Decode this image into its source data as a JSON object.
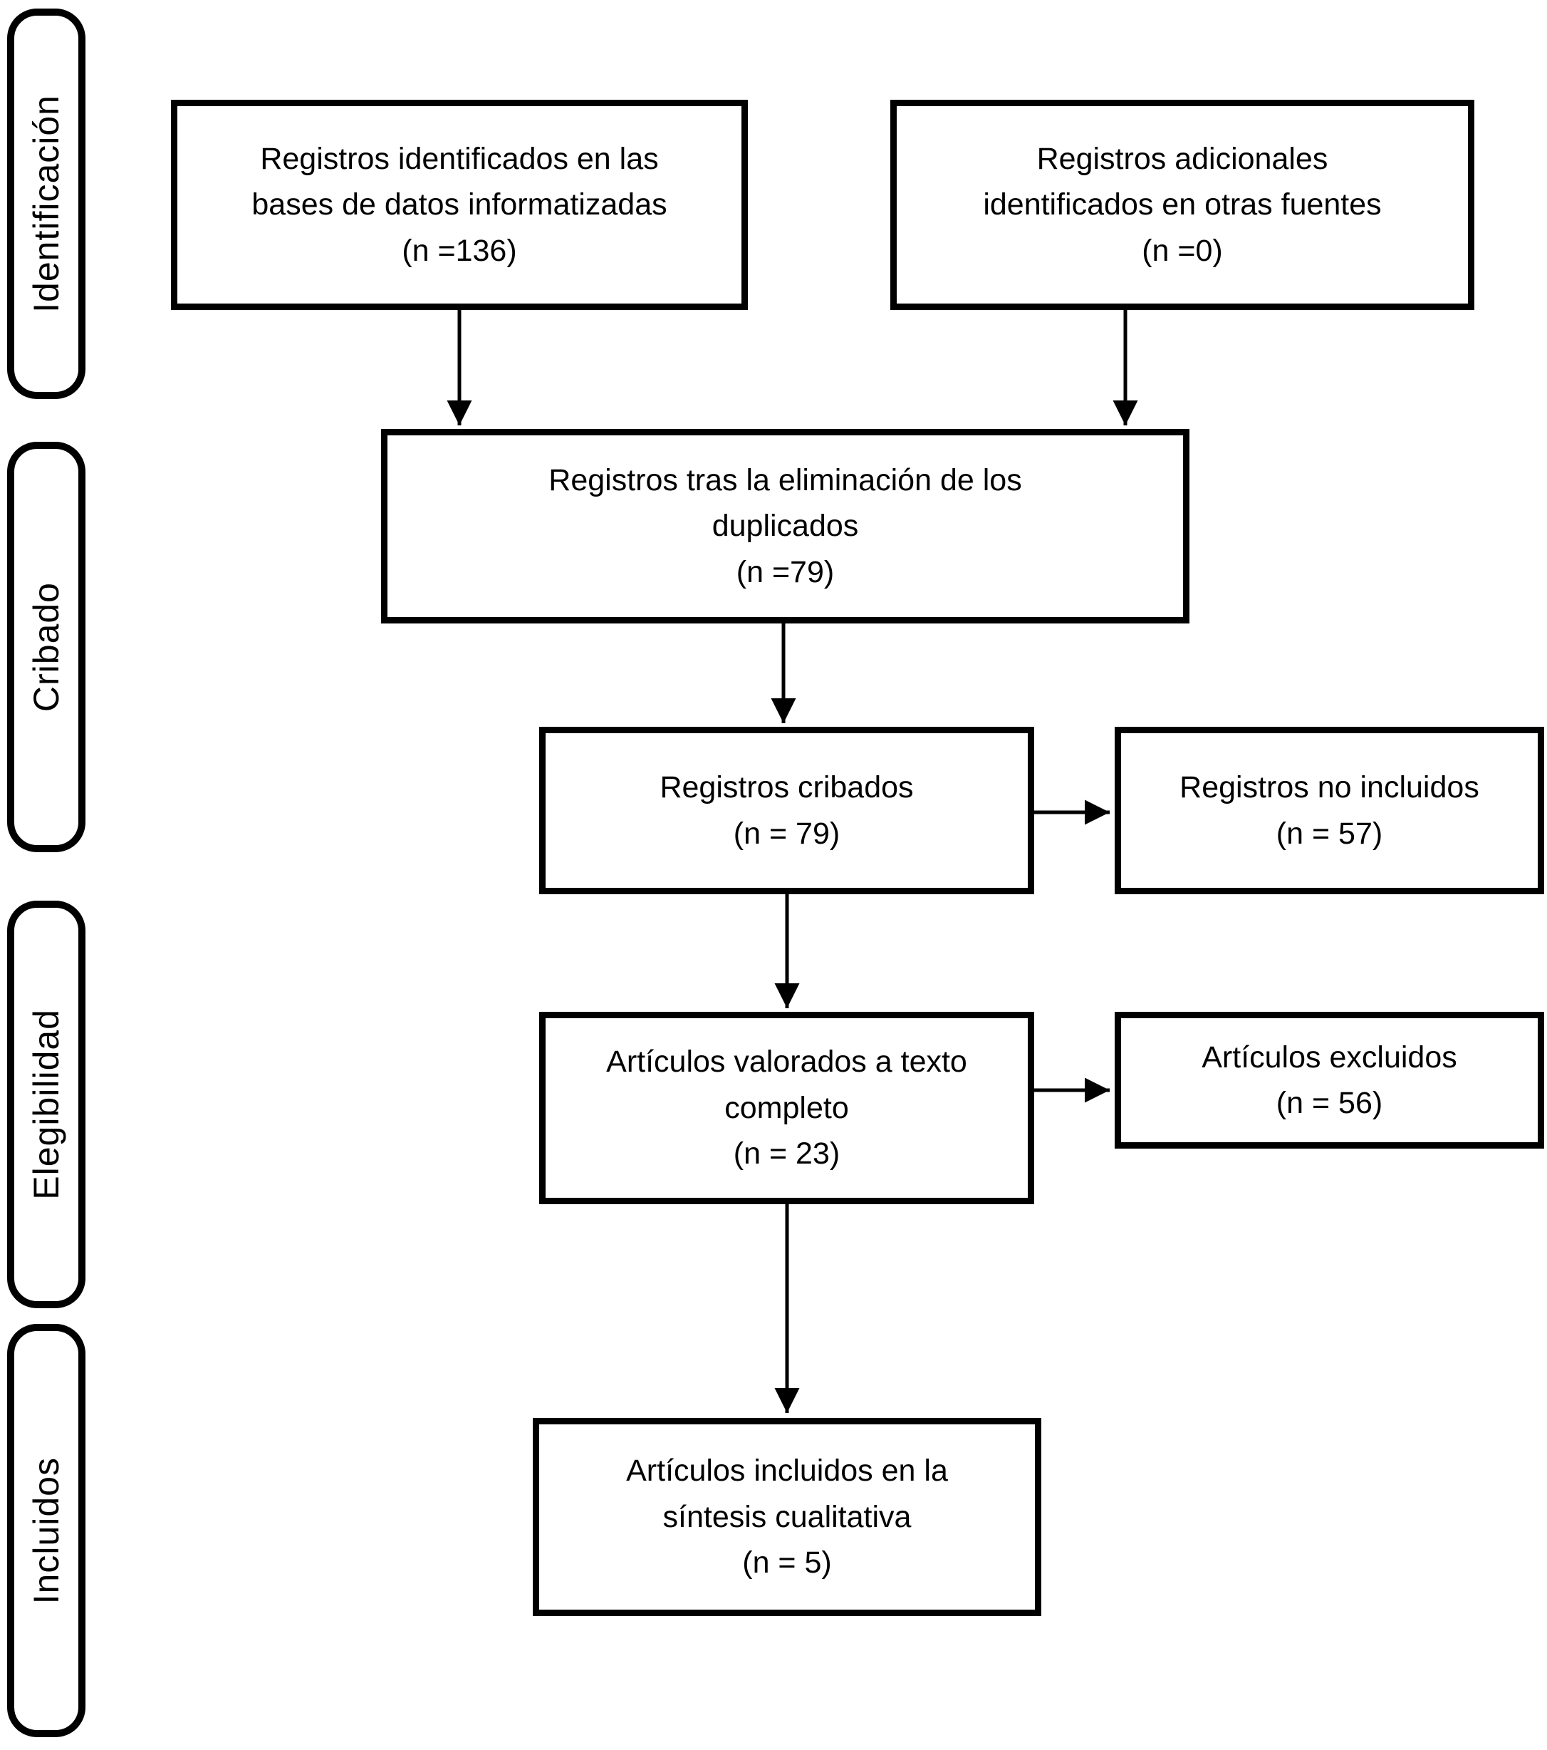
{
  "colors": {
    "line": "#000000",
    "background": "#ffffff"
  },
  "sidebar": {
    "stages": [
      {
        "label": "Identificación"
      },
      {
        "label": "Cribado"
      },
      {
        "label": "Elegibilidad"
      },
      {
        "label": "Incluidos"
      }
    ]
  },
  "flow": {
    "identified_db": {
      "text": "Registros identificados en las\nbases de datos informatizadas\n(n =136)"
    },
    "identified_other": {
      "text": "Registros adicionales\nidentificados en otras fuentes\n(n =0)"
    },
    "after_duplicates": {
      "text": "Registros tras la eliminación de los\nduplicados\n(n =79)"
    },
    "screened": {
      "text": "Registros cribados\n(n = 79)"
    },
    "not_included": {
      "text": "Registros no incluidos\n(n = 57)"
    },
    "fulltext": {
      "text": "Artículos valorados a texto\ncompleto\n(n = 23)"
    },
    "excluded": {
      "text": "Artículos excluidos\n(n = 56)"
    },
    "included_synthesis": {
      "text": "Artículos incluidos en la\nsíntesis cualitativa\n(n = 5)"
    }
  }
}
